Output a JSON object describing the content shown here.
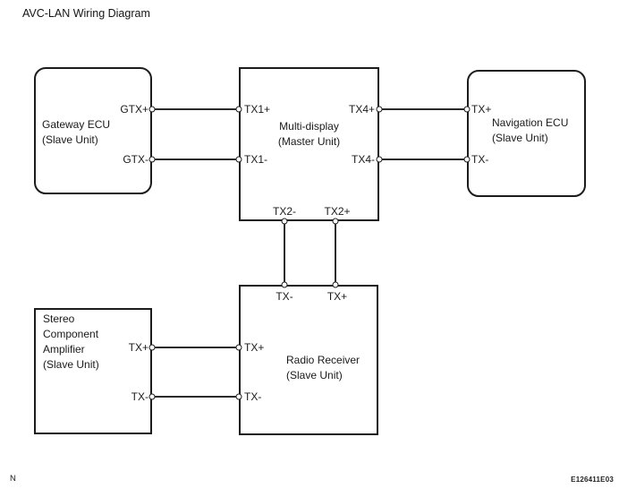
{
  "title": "AVC-LAN Wiring Diagram",
  "footer": {
    "page_marker": "N",
    "figure_code": "E126411E03"
  },
  "colors": {
    "line": "#1c1c1c",
    "background": "#ffffff"
  },
  "nodes": {
    "gateway": {
      "lines": [
        "Gateway ECU",
        "(Slave Unit)"
      ]
    },
    "multi_display": {
      "lines": [
        "Multi-display",
        "(Master Unit)"
      ]
    },
    "navigation": {
      "lines": [
        "Navigation ECU",
        "(Slave Unit)"
      ]
    },
    "stereo_amplifier": {
      "lines": [
        "Stereo",
        "Component",
        "Amplifier",
        "(Slave Unit)"
      ]
    },
    "radio_receiver": {
      "lines": [
        "Radio Receiver",
        "(Slave Unit)"
      ]
    }
  },
  "pins": {
    "gateway_top": "GTX+",
    "gateway_bottom": "GTX-",
    "md_left_top": "TX1+",
    "md_left_bottom": "TX1-",
    "md_right_top": "TX4+",
    "md_right_bottom": "TX4-",
    "md_bottom_left": "TX2-",
    "md_bottom_right": "TX2+",
    "nav_top": "TX+",
    "nav_bottom": "TX-",
    "radio_top_left": "TX-",
    "radio_top_right": "TX+",
    "radio_left_top": "TX+",
    "radio_left_bottom": "TX-",
    "stereo_top": "TX+",
    "stereo_bottom": "TX-"
  },
  "connections": [
    {
      "from": "Gateway ECU GTX+",
      "to": "Multi-display TX1+"
    },
    {
      "from": "Gateway ECU GTX-",
      "to": "Multi-display TX1-"
    },
    {
      "from": "Multi-display TX4+",
      "to": "Navigation ECU TX+"
    },
    {
      "from": "Multi-display TX4-",
      "to": "Navigation ECU TX-"
    },
    {
      "from": "Multi-display TX2-",
      "to": "Radio Receiver TX-"
    },
    {
      "from": "Multi-display TX2+",
      "to": "Radio Receiver TX+"
    },
    {
      "from": "Stereo Component Amplifier TX+",
      "to": "Radio Receiver TX+"
    },
    {
      "from": "Stereo Component Amplifier TX-",
      "to": "Radio Receiver TX-"
    }
  ]
}
